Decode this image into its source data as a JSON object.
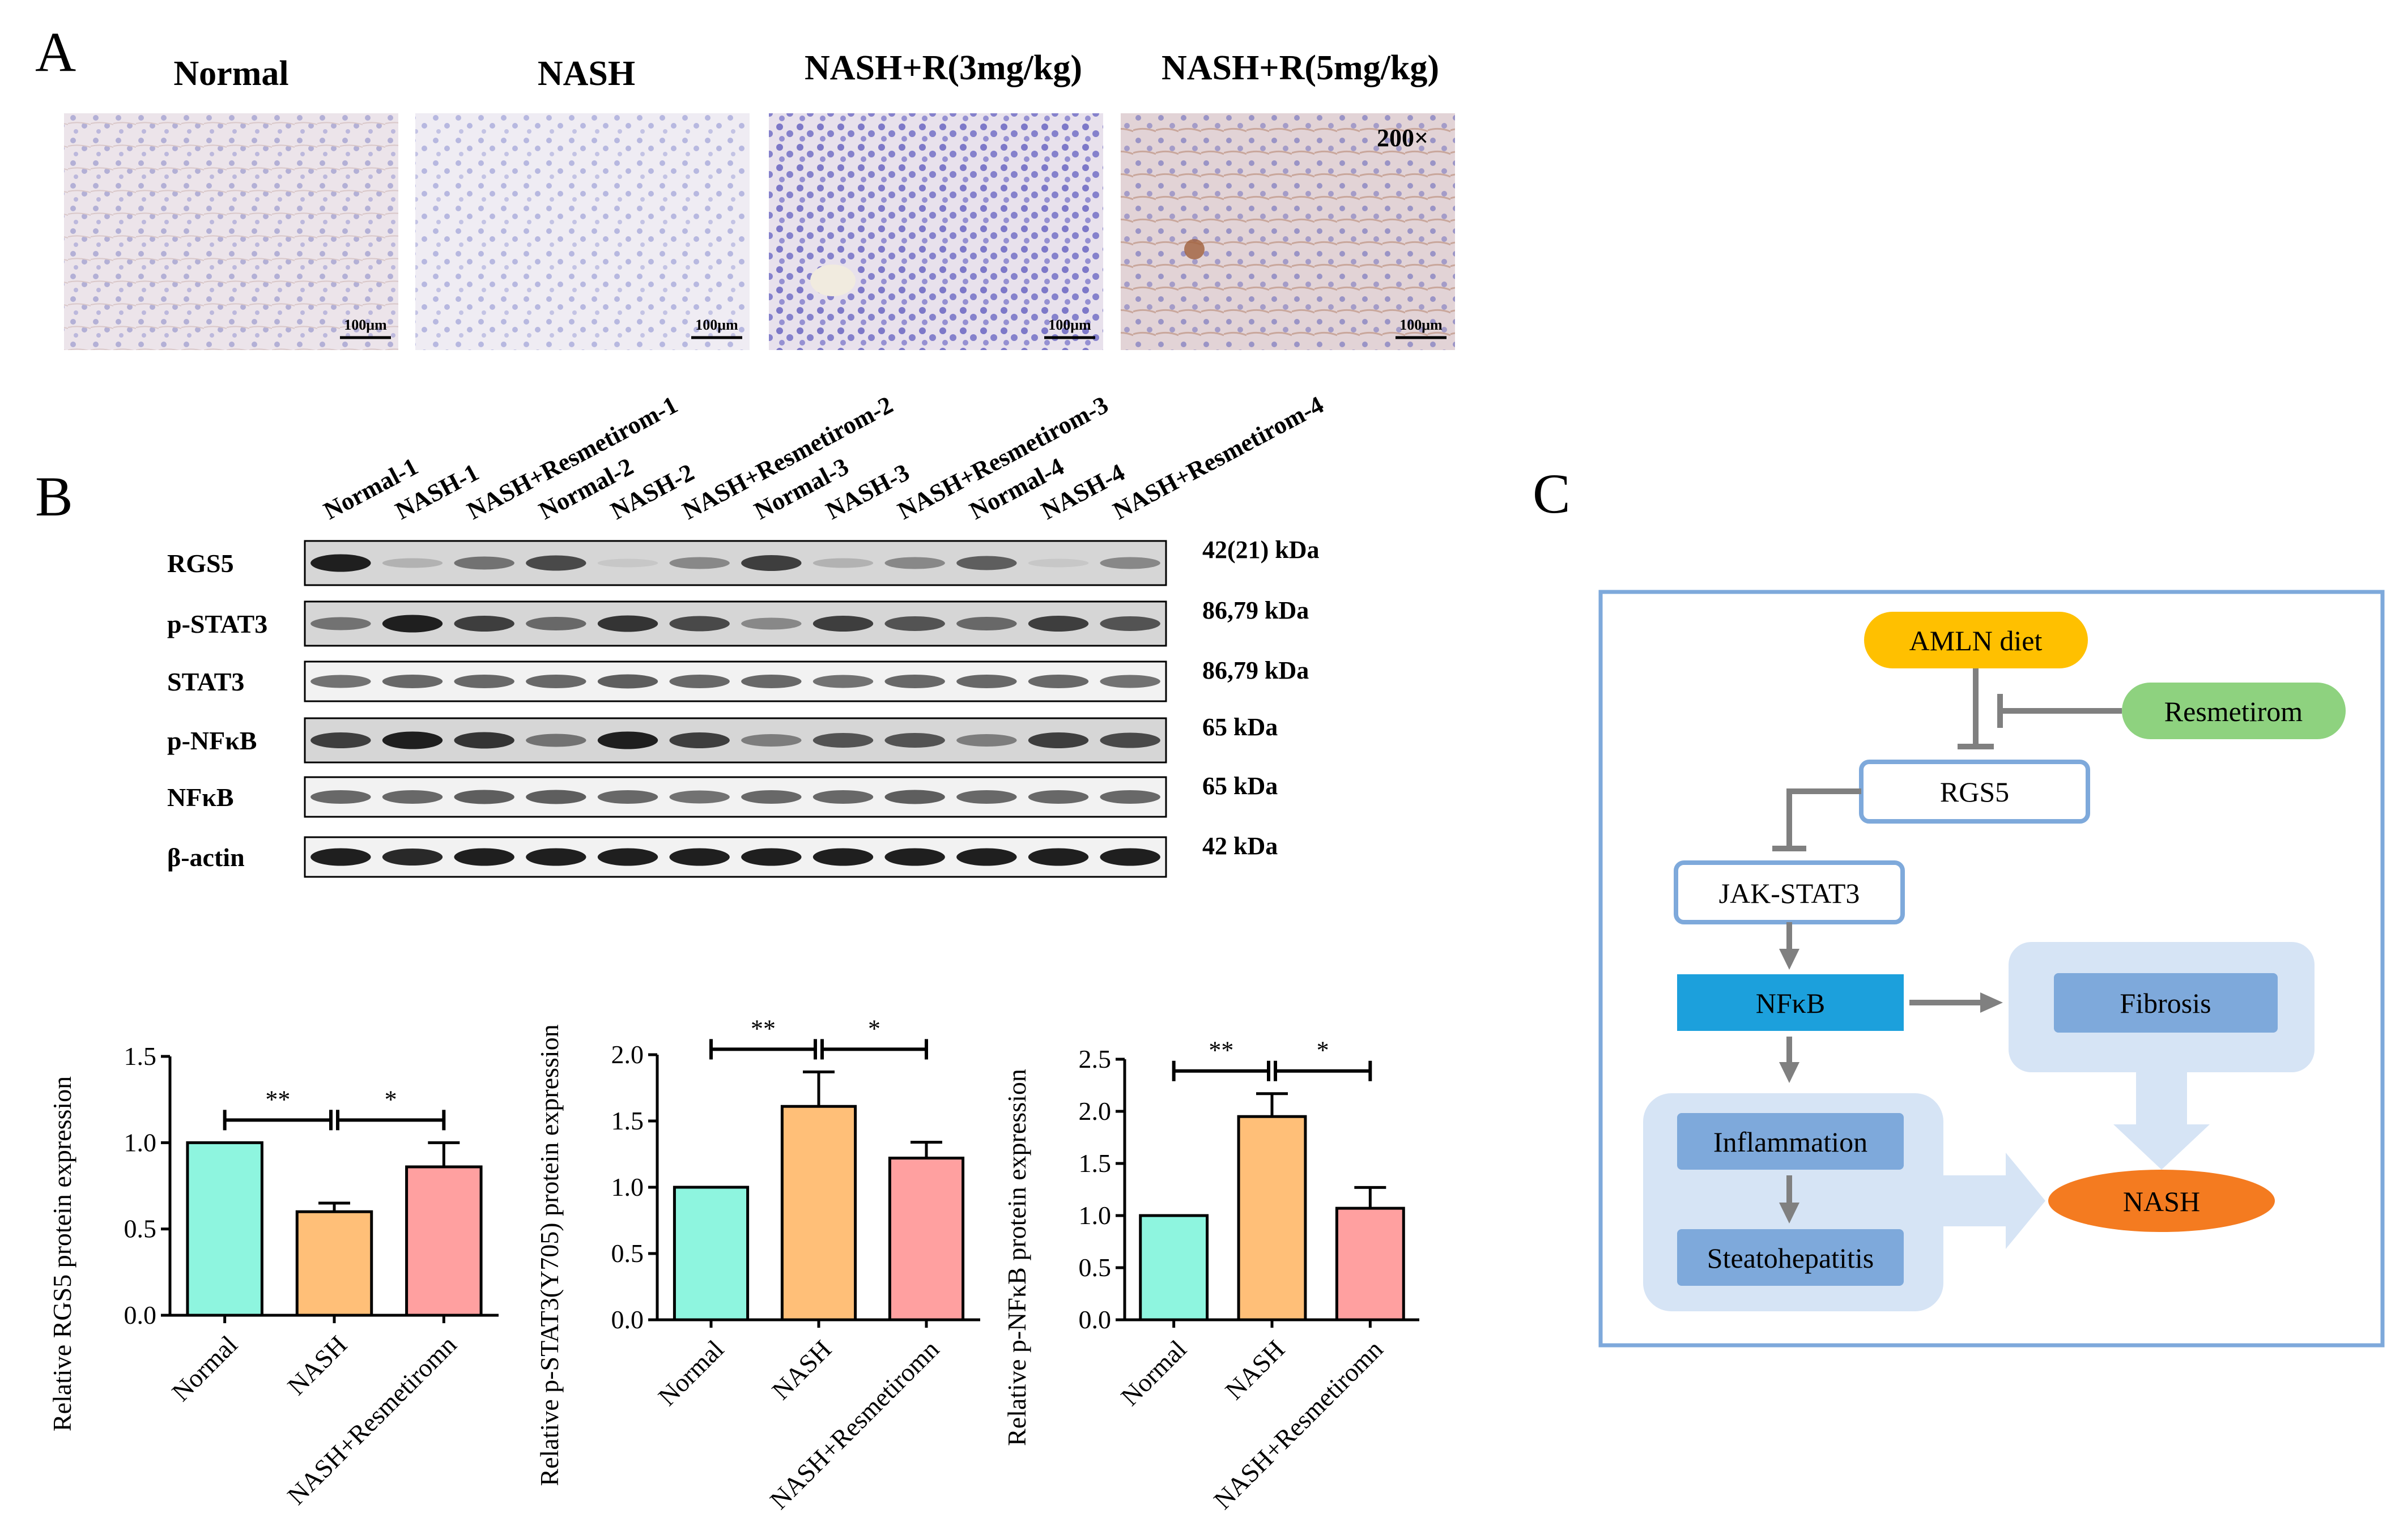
{
  "panel_a": {
    "label": "A",
    "groups": [
      "Normal",
      "NASH",
      "NASH+R(3mg/kg)",
      "NASH+R(5mg/kg)"
    ],
    "magnification": "200×",
    "scale_bar": "100μm"
  },
  "panel_b": {
    "label": "B",
    "lanes": [
      "Normal-1",
      "NASH-1",
      "NASH+Resmetirom-1",
      "Normal-2",
      "NASH-2",
      "NASH+Resmetirom-2",
      "Normal-3",
      "NASH-3",
      "NASH+Resmetirom-3",
      "Normal-4",
      "NASH-4",
      "NASH+Resmetirom-4"
    ],
    "blots": [
      {
        "name": "RGS5",
        "kda": "42(21) kDa",
        "intensity": [
          0.95,
          0.25,
          0.55,
          0.75,
          0.15,
          0.45,
          0.8,
          0.25,
          0.45,
          0.65,
          0.15,
          0.45
        ]
      },
      {
        "name": "p-STAT3",
        "kda": "86,79 kDa",
        "intensity": [
          0.55,
          0.95,
          0.8,
          0.6,
          0.85,
          0.75,
          0.45,
          0.8,
          0.7,
          0.6,
          0.8,
          0.7
        ]
      },
      {
        "name": "STAT3",
        "kda": "86,79 kDa",
        "intensity": [
          0.55,
          0.6,
          0.6,
          0.6,
          0.65,
          0.6,
          0.6,
          0.55,
          0.6,
          0.6,
          0.6,
          0.55
        ]
      },
      {
        "name": "p-NFκB",
        "kda": "65 kDa",
        "intensity": [
          0.8,
          0.95,
          0.85,
          0.55,
          0.95,
          0.8,
          0.5,
          0.7,
          0.7,
          0.5,
          0.8,
          0.75
        ]
      },
      {
        "name": "NFκB",
        "kda": "65 kDa",
        "intensity": [
          0.6,
          0.6,
          0.65,
          0.65,
          0.6,
          0.55,
          0.6,
          0.6,
          0.65,
          0.6,
          0.6,
          0.6
        ]
      },
      {
        "name": "β-actin",
        "kda": "42 kDa",
        "intensity": [
          0.95,
          0.9,
          0.95,
          0.95,
          0.95,
          0.95,
          0.95,
          0.95,
          0.95,
          0.95,
          0.95,
          0.95
        ]
      }
    ]
  },
  "chart_data": [
    {
      "type": "bar",
      "categories": [
        "Normal",
        "NASH",
        "NASH+Resmetiromn"
      ],
      "values": [
        1.0,
        0.6,
        0.86
      ],
      "errors": [
        0,
        0.05,
        0.14
      ],
      "ylabel": "Relative RGS5 protein expression",
      "ylim": [
        0,
        1.5
      ],
      "yticks": [
        "0.0",
        "0.5",
        "1.0",
        "1.5"
      ],
      "significance": [
        "**",
        "*"
      ],
      "colors": [
        "#8ef5df",
        "#ffbf78",
        "#ffa0a0"
      ]
    },
    {
      "type": "bar",
      "categories": [
        "Normal",
        "NASH",
        "NASH+Resmetiromn"
      ],
      "values": [
        1.0,
        1.61,
        1.22
      ],
      "errors": [
        0,
        0.26,
        0.12
      ],
      "ylabel": "Relative p-STAT3(Y705) protein expression",
      "ylim": [
        0,
        2.0
      ],
      "yticks": [
        "0.0",
        "0.5",
        "1.0",
        "1.5",
        "2.0"
      ],
      "significance": [
        "**",
        "*"
      ],
      "colors": [
        "#8ef5df",
        "#ffbf78",
        "#ffa0a0"
      ]
    },
    {
      "type": "bar",
      "categories": [
        "Normal",
        "NASH",
        "NASH+Resmetiromn"
      ],
      "values": [
        1.0,
        1.95,
        1.07
      ],
      "errors": [
        0,
        0.22,
        0.2
      ],
      "ylabel": "Relative p-NFκB protein expression",
      "ylim": [
        0,
        2.5
      ],
      "yticks": [
        "0.0",
        "0.5",
        "1.0",
        "1.5",
        "2.0",
        "2.5"
      ],
      "significance": [
        "**",
        "*"
      ],
      "colors": [
        "#8ef5df",
        "#ffbf78",
        "#ffa0a0"
      ]
    }
  ],
  "panel_c": {
    "label": "C",
    "nodes": {
      "amln": "AMLN diet",
      "resmetirom": "Resmetirom",
      "rgs5": "RGS5",
      "jakstat": "JAK-STAT3",
      "nfkb": "NFκB",
      "fibrosis": "Fibrosis",
      "inflammation": "Inflammation",
      "steato": "Steatohepatitis",
      "nash": "NASH"
    },
    "colors": {
      "amln": "#ffc000",
      "resmetirom": "#8ed27f",
      "nfkb": "#1ca0dc",
      "box": "#7ea9db",
      "nash": "#f47b20",
      "halo": "#d6e4f5"
    }
  }
}
